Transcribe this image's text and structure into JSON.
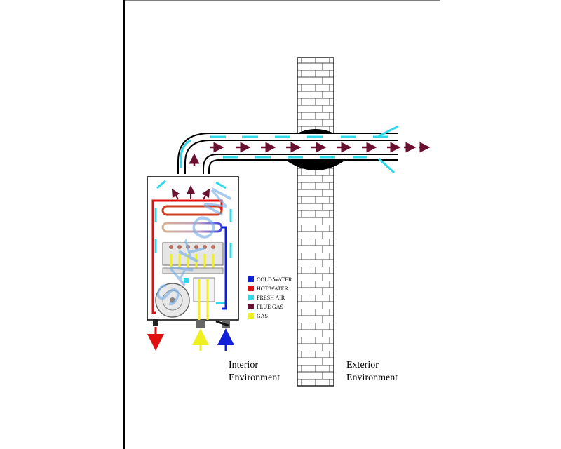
{
  "legend": [
    {
      "label": "COLD WATER",
      "color": "#1020d8"
    },
    {
      "label": "HOT WATER",
      "color": "#e01010"
    },
    {
      "label": "FRESH AIR",
      "color": "#30d8e8"
    },
    {
      "label": "FLUE GAS",
      "color": "#6a1030"
    },
    {
      "label": "GAS",
      "color": "#f0f020"
    }
  ],
  "labels": {
    "interior_line1": "Interior",
    "interior_line2": "Environment",
    "exterior_line1": "Exterior",
    "exterior_line2": "Environment"
  },
  "watermark": "SAKOM"
}
